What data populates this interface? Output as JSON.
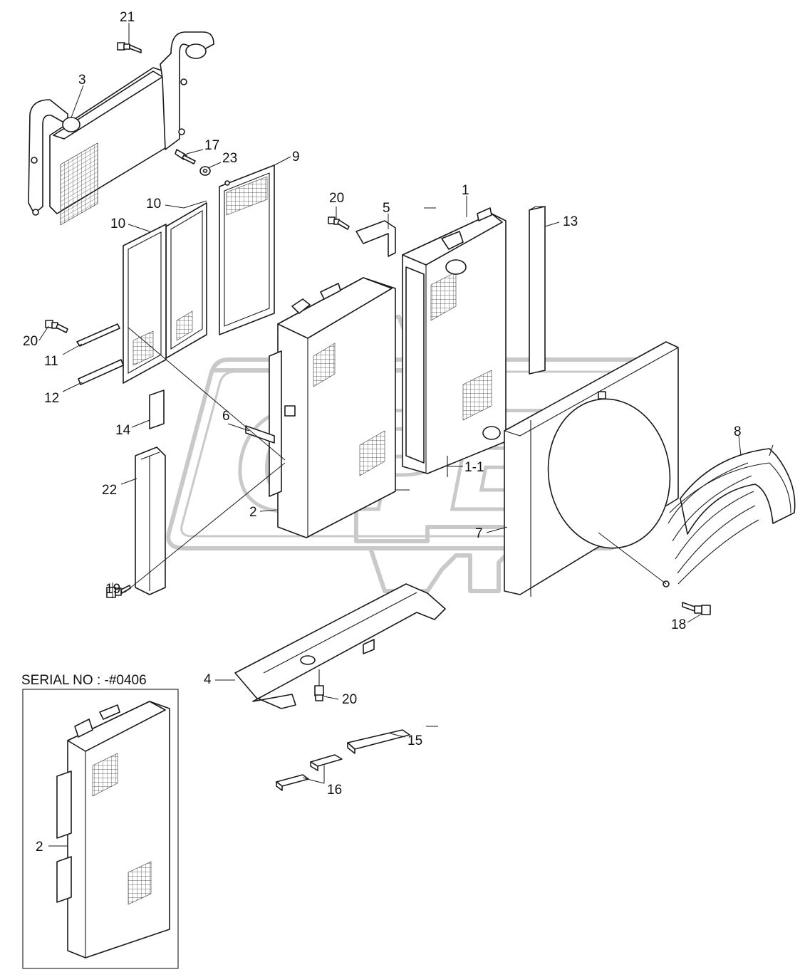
{
  "watermark": {
    "text": "OPEX"
  },
  "serial_note": {
    "text": "SERIAL NO : -#0406"
  },
  "callouts": {
    "c21": "21",
    "c3": "3",
    "c17": "17",
    "c23": "23",
    "c9": "9",
    "c10a": "10",
    "c10b": "10",
    "c20a": "20",
    "c5": "5",
    "c1": "1",
    "c13": "13",
    "c20b": "20",
    "c11": "11",
    "c12": "12",
    "c14": "14",
    "c6": "6",
    "c11_1": "1-1",
    "c8": "8",
    "c22": "22",
    "c2": "2",
    "c7": "7",
    "c19": "19",
    "c18": "18",
    "c4": "4",
    "c20c": "20",
    "c15": "15",
    "c16": "16",
    "c2_inset": "2"
  },
  "colors": {
    "line": "#1a1a1a",
    "watermark": "#c9c9c9",
    "background": "#ffffff"
  }
}
